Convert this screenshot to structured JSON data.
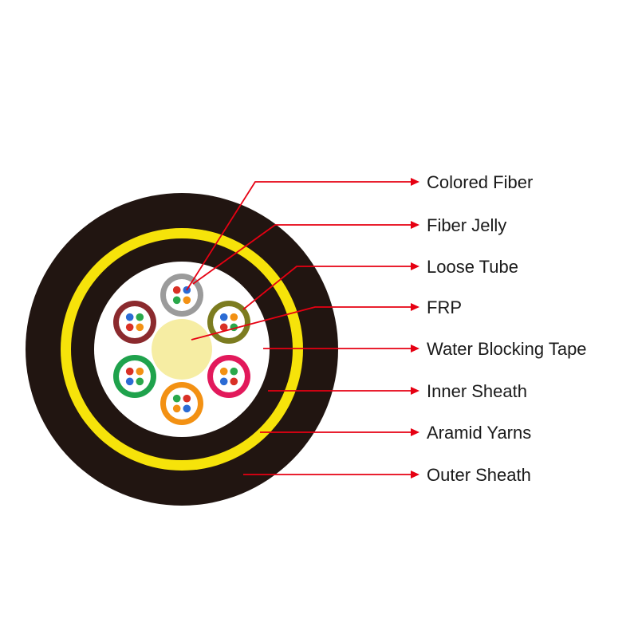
{
  "figure": {
    "type": "diagram",
    "subject": "fiber-optic-cable-cross-section",
    "background": "#ffffff",
    "colors": {
      "outer_sheath": "#211511",
      "aramid_yarns": "#f6e30a",
      "inner_sheath": "#211511",
      "water_blocking_tape": "#ffffff",
      "frp": "#f6eda3",
      "leader": "#e60012",
      "label_text": "#1a1a1a"
    },
    "labels": [
      "Colored Fiber",
      "Fiber Jelly",
      "Loose Tube",
      "FRP",
      "Water Blocking Tape",
      "Inner Sheath",
      "Aramid Yarns",
      "Outer Sheath"
    ],
    "tubes": [
      {
        "position": "top",
        "ring": "#9b9b9b",
        "jelly": "#ffffff",
        "fibers": [
          "#d93025",
          "#2b6bd4",
          "#2aa84a",
          "#f39113"
        ]
      },
      {
        "position": "upper-right",
        "ring": "#7c7c20",
        "jelly": "#ffffff",
        "fibers": [
          "#2b6bd4",
          "#f39113",
          "#d93025",
          "#2aa84a"
        ]
      },
      {
        "position": "lower-right",
        "ring": "#e2195b",
        "jelly": "#ffffff",
        "fibers": [
          "#f39113",
          "#2aa84a",
          "#2b6bd4",
          "#d93025"
        ]
      },
      {
        "position": "bottom",
        "ring": "#f39113",
        "jelly": "#ffffff",
        "fibers": [
          "#2aa84a",
          "#d93025",
          "#f39113",
          "#2b6bd4"
        ]
      },
      {
        "position": "lower-left",
        "ring": "#1fa24c",
        "jelly": "#ffffff",
        "fibers": [
          "#d93025",
          "#f39113",
          "#2b6bd4",
          "#2aa84a"
        ]
      },
      {
        "position": "upper-left",
        "ring": "#8b2a2e",
        "jelly": "#ffffff",
        "fibers": [
          "#2b6bd4",
          "#2aa84a",
          "#d93025",
          "#f39113"
        ]
      }
    ]
  }
}
